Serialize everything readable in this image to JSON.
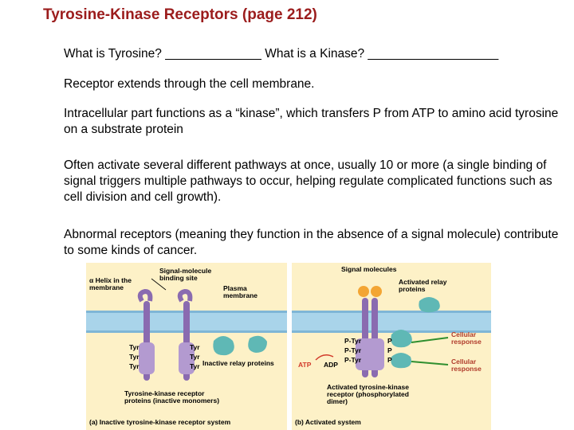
{
  "title": "Tyrosine-Kinase Receptors (page 212)",
  "paragraphs": {
    "q1": "What is Tyrosine? ______________ What is a Kinase? ___________________",
    "q2": "Receptor extends through the cell membrane.",
    "q3": "Intracellular part functions as a “kinase”, which transfers P from ATP to amino acid tyrosine on a substrate protein",
    "q4": "Often activate several different pathways at once, usually 10 or more (a single binding of signal triggers multiple pathways to occur, helping regulate complicated functions such as cell division and cell growth).",
    "q5": "Abnormal receptors (meaning they function in the absence of a signal molecule) contribute to some kinds of cancer."
  },
  "figure_a": {
    "alpha_helix": "α Helix in the membrane",
    "signal_site": "Signal-molecule binding site",
    "plasma_membrane": "Plasma membrane",
    "tyr": "Tyr",
    "inactive_relay": "Inactive relay proteins",
    "receptor_caption": "Tyrosine-kinase receptor proteins (inactive monomers)",
    "panel_caption": "(a) Inactive tyrosine-kinase receptor system"
  },
  "figure_b": {
    "signal_molecules": "Signal molecules",
    "activated_relay": "Activated relay proteins",
    "p": "P",
    "ptyr": "P-Tyr",
    "atp": "ATP",
    "adp": "ADP",
    "cellular_response_1": "Cellular response",
    "cellular_response_2": "Cellular response",
    "receptor_caption": "Activated tyrosine-kinase receptor (phosphorylated dimer)",
    "panel_caption": "(b) Activated system"
  },
  "colors": {
    "title": "#9b1c1c",
    "figure_bg": "#fdf1c7",
    "membrane": "#a9d4ea",
    "receptor": "#8a6bb0",
    "relay": "#5fb8b5"
  }
}
